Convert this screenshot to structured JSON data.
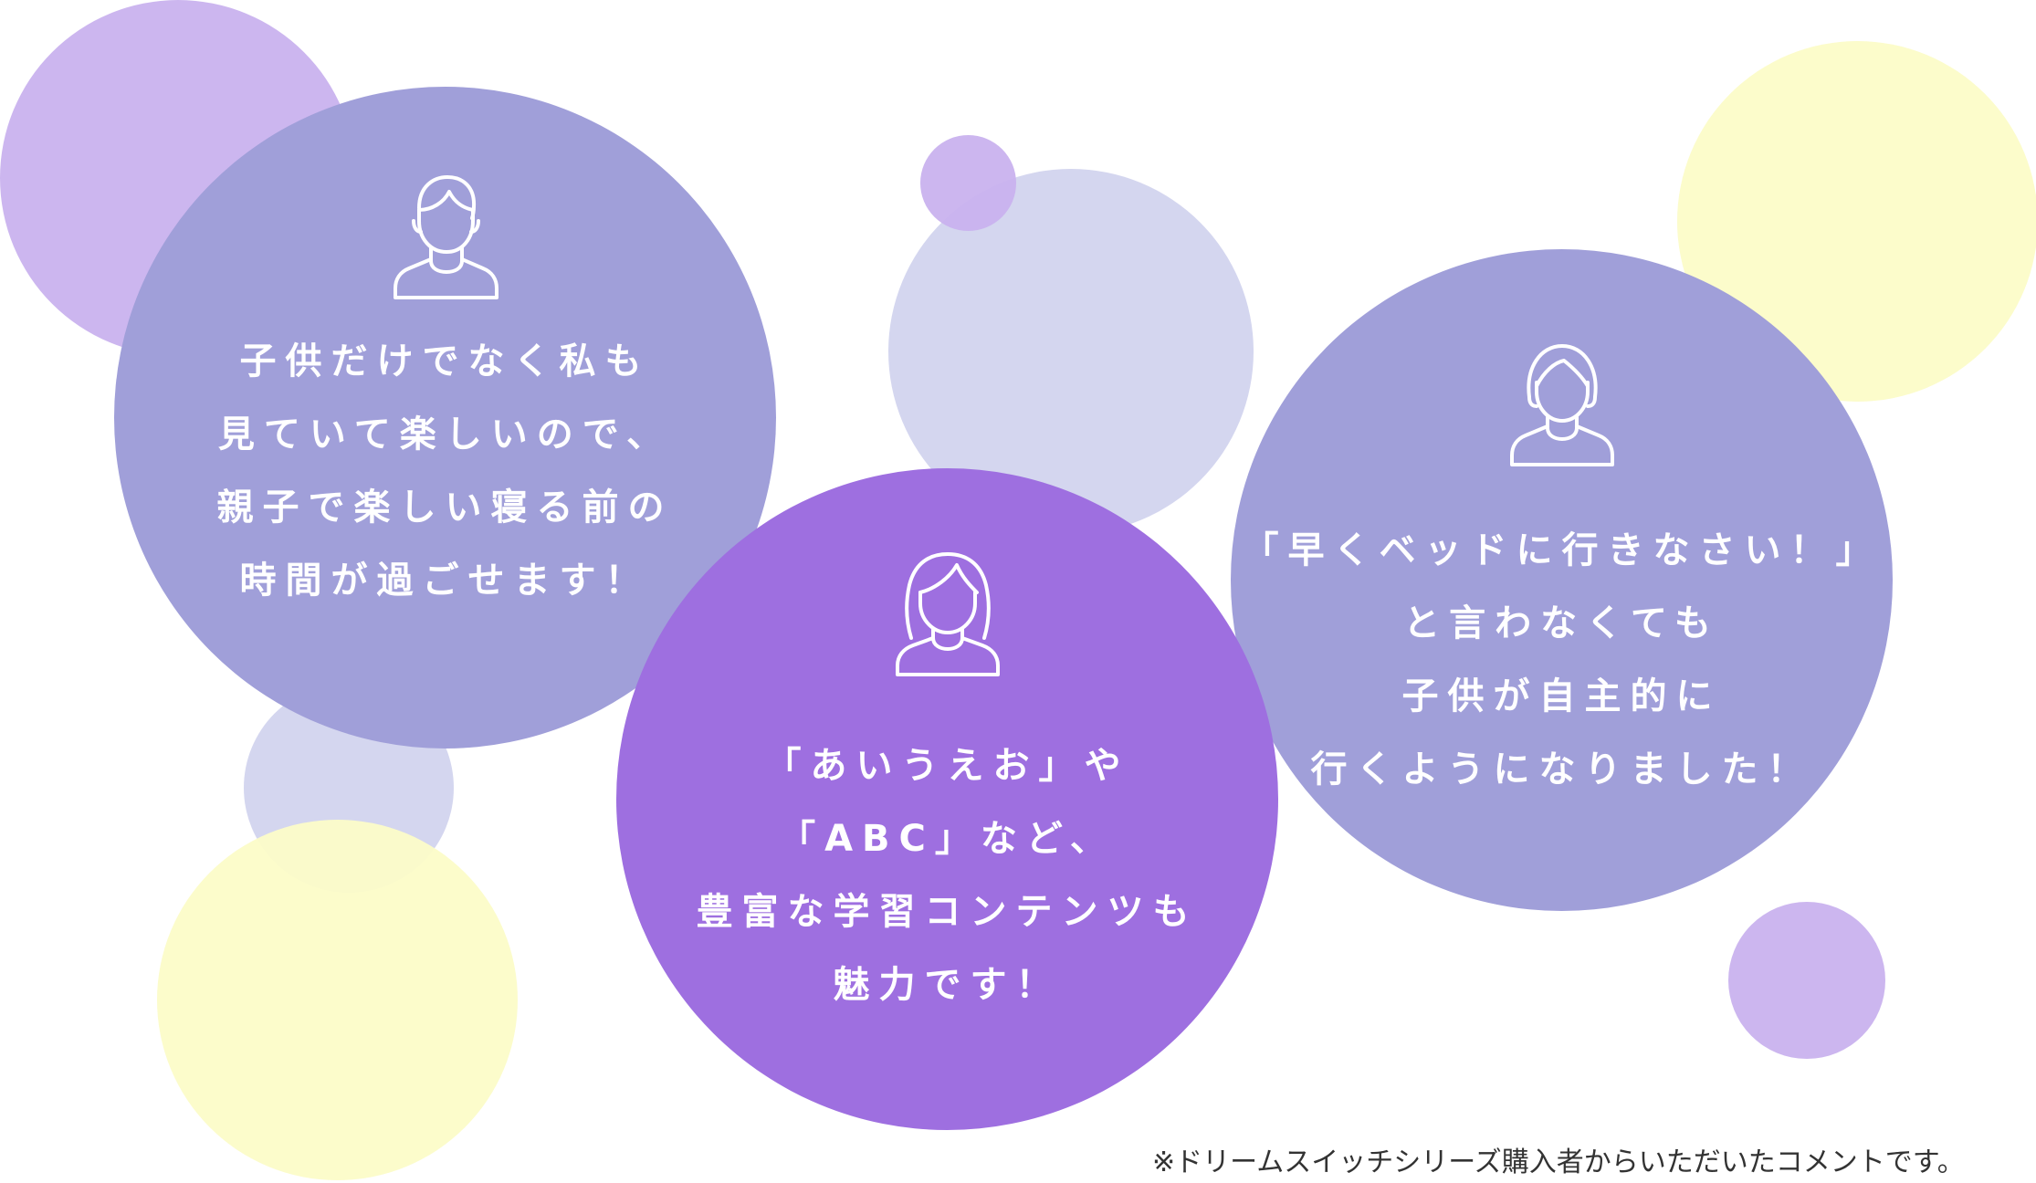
{
  "comments": [
    {
      "avatar": "man-icon",
      "lines": [
        "子供だけでなく私も",
        "見ていて楽しいので、",
        "親子で楽しい寝る前の",
        "時間が過ごせます！"
      ]
    },
    {
      "avatar": "woman-icon",
      "lines": [
        "「あいうえお」や",
        "「ABC」など、",
        "豊富な学習コンテンツも",
        "魅力です！"
      ]
    },
    {
      "avatar": "woman-short-hair-icon",
      "lines": [
        "「早くベッドに行きなさい！」",
        "と言わなくても",
        "子供が自主的に",
        "行くようになりました！"
      ]
    }
  ],
  "footnote": "※ドリームスイッチシリーズ購入者からいただいたコメントです。",
  "colors": {
    "comment_circle": "#a09fd9",
    "comment_circle_featured": "#9e6fe0",
    "bubble_lavender": "#c9b2ee",
    "bubble_periwinkle": "#cfd1ed",
    "bubble_yellow": "#fcfcc8"
  }
}
